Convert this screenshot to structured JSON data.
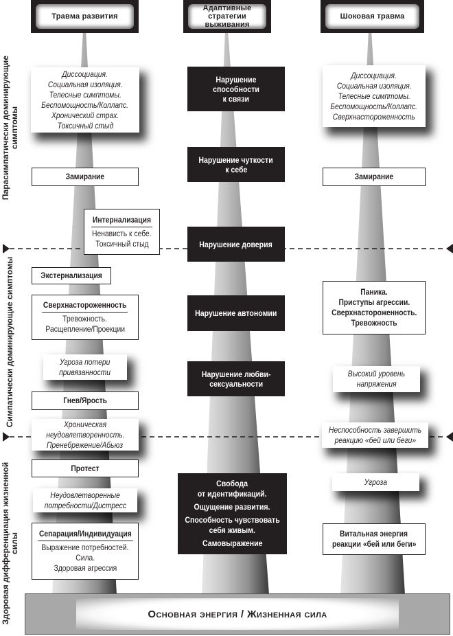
{
  "columns": {
    "left": {
      "header": "Травма развития"
    },
    "center": {
      "header": [
        "Адаптивные стратегии",
        "выживания"
      ]
    },
    "right": {
      "header": "Шоковая травма"
    }
  },
  "side_labels": {
    "parasympathetic": [
      "Парасимпатически доминирующие",
      "симптомы"
    ],
    "sympathetic": "Симпатически доминирующие симптомы",
    "healthy": [
      "Здоровая дифференциация жизненной",
      "силы"
    ]
  },
  "left_items": {
    "dissociation_list": [
      "Диссоциация.",
      "Социальная изоляция.",
      "Телесные симптомы.",
      "Беспомощность/Коллапс.",
      "Хронический страх.",
      "Токсичный стыд"
    ],
    "freeze": "Замирание",
    "internalization": {
      "title": "Интернализация",
      "lines": [
        "Ненависть к себе.",
        "Токсичный стыд"
      ]
    },
    "externalization": "Экстернализация",
    "hypervigilance": {
      "title": "Сверхнастороженность",
      "lines": [
        "Тревожность.",
        "Расщепление/Проекции"
      ]
    },
    "attachment_threat": [
      "Угроза потери",
      "привязанности"
    ],
    "anger": "Гнев/Ярость",
    "chronic": [
      "Хроническая",
      "неудовлетворенность.",
      "Пренебрежение/Абьюз"
    ],
    "protest": "Протест",
    "unmet_needs": [
      "Неудовлетворенные",
      "потребности/Дистресс"
    ],
    "separation": {
      "title": "Сепарация/Индивидуация",
      "lines": [
        "Выражение потребностей.",
        "Сила.",
        "Здоровая агрессия"
      ]
    }
  },
  "center_items": {
    "connection": [
      "Нарушение способности",
      "к связи"
    ],
    "attunement": [
      "Нарушение чуткости",
      "к себе"
    ],
    "trust": [
      "Нарушение доверия"
    ],
    "autonomy": [
      "Нарушение автономии"
    ],
    "love": [
      "Нарушение любви-",
      "сексуальности"
    ],
    "freedom": [
      "Свобода",
      "от идентификаций.",
      "Ощущение развития.",
      "Способность чувствовать",
      "себя живым.",
      "Самовыражение"
    ]
  },
  "right_items": {
    "dissociation_list": [
      "Диссоциация.",
      "Социальная изоляция.",
      "Телесные симптомы.",
      "Беспомощность/Коллапс.",
      "Сверхнастороженность"
    ],
    "freeze": "Замирание",
    "panic": [
      "Паника.",
      "Приступы агрессии.",
      "Сверхнастороженность.",
      "Тревожность"
    ],
    "tension": [
      "Высокий уровень",
      "напряжения"
    ],
    "incomplete": [
      "Неспособность завершить",
      "реакцию «бей или беги»"
    ],
    "threat": "Угроза",
    "vital": [
      "Витальная энергия",
      "реакции «бей или беги»"
    ]
  },
  "base": {
    "label": "Основная энергия / Жизненная сила"
  }
}
